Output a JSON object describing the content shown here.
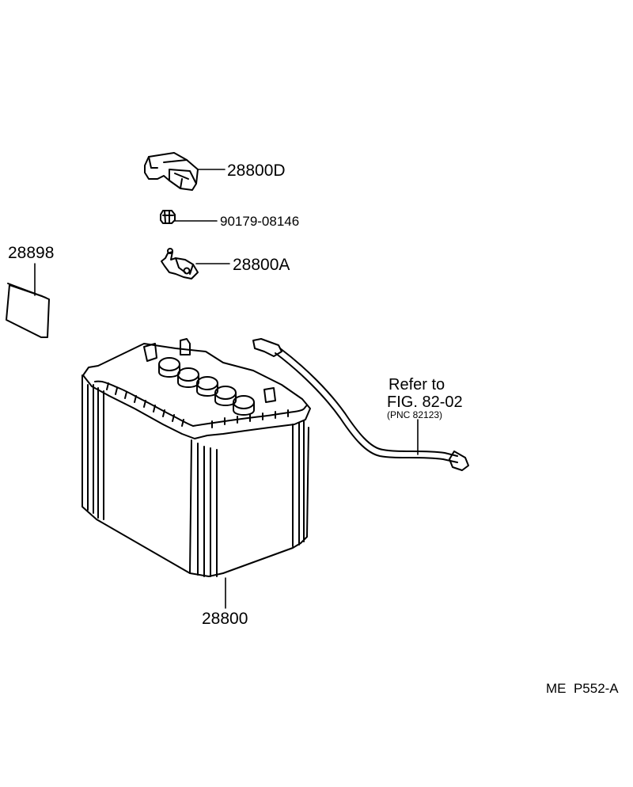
{
  "parts": {
    "holddown_clamp": "28800D",
    "nut": "90179-08146",
    "terminal_clamp": "28800A",
    "label": "28898",
    "battery": "28800"
  },
  "cable_reference": {
    "line1": "Refer to",
    "line2": "FIG. 82-02",
    "line3": "(PNC 82123)"
  },
  "figure_code": "ME  P552-A"
}
